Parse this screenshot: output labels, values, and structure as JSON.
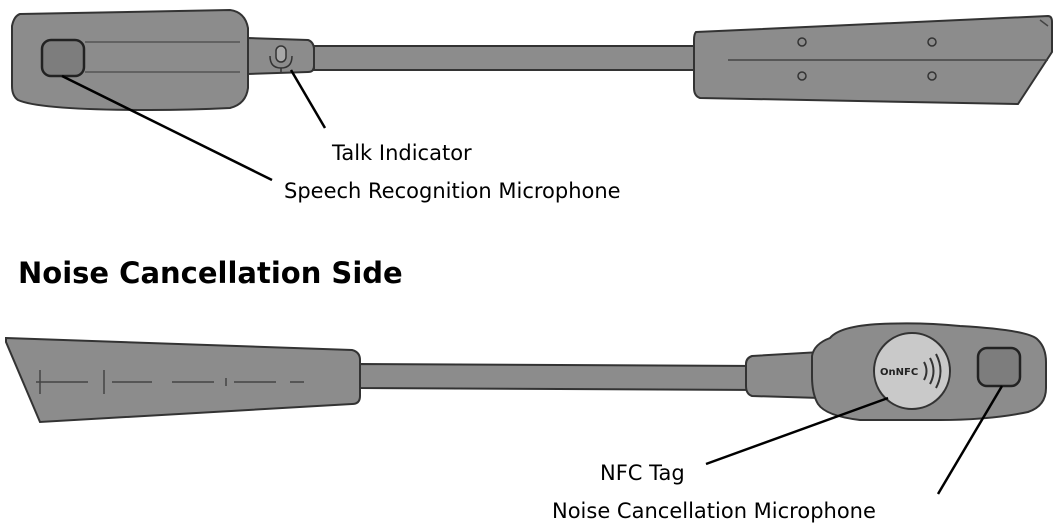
{
  "section_heading": "Noise Cancellation Side",
  "labels": {
    "talk_indicator": "Talk Indicator",
    "speech_mic": "Speech Recognition Microphone",
    "nfc_tag": "NFC Tag",
    "noise_mic": "Noise Cancellation Microphone"
  },
  "nfc_logo_text": "OnNFC",
  "colors": {
    "body_fill": "#8c8c8c",
    "outline": "#333333",
    "nfc_disc": "#c9c9c9",
    "leader": "#000000"
  }
}
